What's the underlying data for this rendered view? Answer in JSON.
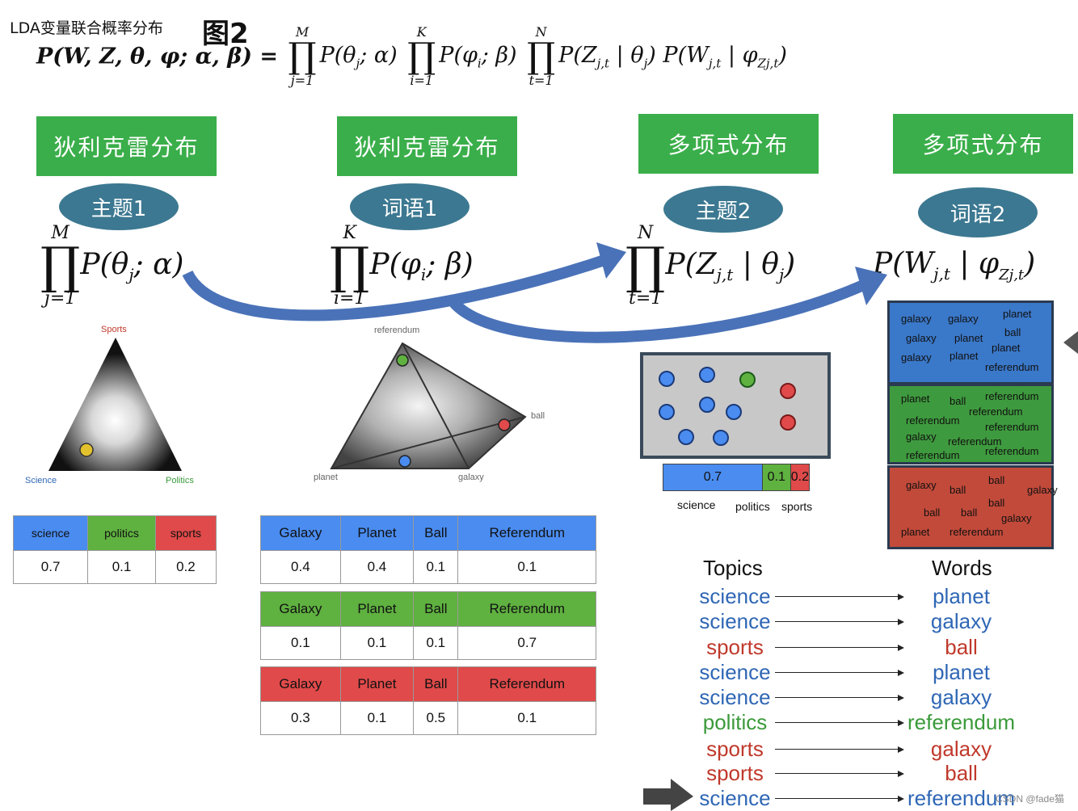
{
  "header": {
    "title_small": "LDA变量联合概率分布",
    "title_big": "图2"
  },
  "boxes": [
    {
      "label": "狄利克雷分布"
    },
    {
      "label": "狄利克雷分布"
    },
    {
      "label": "多项式分布"
    },
    {
      "label": "多项式分布"
    }
  ],
  "ellipses": [
    {
      "label": "主题1"
    },
    {
      "label": "词语1"
    },
    {
      "label": "主题2"
    },
    {
      "label": "词语2"
    }
  ],
  "formulas": {
    "main_lhs": "P(W, Z, θ, φ; α, β) =",
    "f1": {
      "sup": "M",
      "sub": "j=1",
      "body": "P(θ",
      "idx": "j",
      "tail": "; α)"
    },
    "f2": {
      "sup": "K",
      "sub": "i=1",
      "body": "P(φ",
      "idx": "i",
      "tail": "; β)"
    },
    "f3": {
      "sup": "N",
      "sub": "t=1",
      "body": "P(Z",
      "idx": "j,t",
      "tail": " | θ",
      "idx2": "j",
      "tail2": ")"
    },
    "f4": {
      "body": "P(W",
      "idx": "j,t",
      "tail": " | φ",
      "idx2": "Zj,t",
      "tail2": ")"
    }
  },
  "simplex1": {
    "top": "Sports",
    "left": "Science",
    "right": "Politics"
  },
  "simplex2": {
    "top": "referendum",
    "right": "ball",
    "left": "planet",
    "bottom": "galaxy"
  },
  "topic_table": {
    "headers": [
      "science",
      "politics",
      "sports"
    ],
    "values": [
      "0.7",
      "0.1",
      "0.2"
    ]
  },
  "word_tables": [
    {
      "headers": [
        "Galaxy",
        "Planet",
        "Ball",
        "Referendum"
      ],
      "values": [
        "0.4",
        "0.4",
        "0.1",
        "0.1"
      ],
      "color": "#4a8cf0"
    },
    {
      "headers": [
        "Galaxy",
        "Planet",
        "Ball",
        "Referendum"
      ],
      "values": [
        "0.1",
        "0.1",
        "0.1",
        "0.7"
      ],
      "color": "#5fb140"
    },
    {
      "headers": [
        "Galaxy",
        "Planet",
        "Ball",
        "Referendum"
      ],
      "values": [
        "0.3",
        "0.1",
        "0.5",
        "0.1"
      ],
      "color": "#e04a4a"
    }
  ],
  "bar": {
    "values": [
      "0.7",
      "0.1",
      "0.2"
    ],
    "labels": [
      "science",
      "politics",
      "sports"
    ],
    "fractions": [
      0.7,
      0.1,
      0.2
    ]
  },
  "word_clouds": {
    "blue": [
      "galaxy",
      "galaxy",
      "planet",
      "galaxy",
      "planet",
      "ball",
      "galaxy",
      "planet",
      "planet",
      "referendum"
    ],
    "green": [
      "planet",
      "ball",
      "referendum",
      "referendum",
      "referendum",
      "referendum",
      "galaxy",
      "referendum",
      "referendum",
      "referendum"
    ],
    "red": [
      "galaxy",
      "ball",
      "ball",
      "galaxy",
      "ball",
      "ball",
      "ball",
      "galaxy",
      "planet",
      "referendum"
    ]
  },
  "topics_words": {
    "topics_header": "Topics",
    "words_header": "Words",
    "rows": [
      {
        "topic": "science",
        "word": "planet",
        "tcolor": "#2f67b5",
        "wcolor": "#2f67b5"
      },
      {
        "topic": "science",
        "word": "galaxy",
        "tcolor": "#2f67b5",
        "wcolor": "#2f67b5"
      },
      {
        "topic": "sports",
        "word": "ball",
        "tcolor": "#c0392b",
        "wcolor": "#c0392b"
      },
      {
        "topic": "science",
        "word": "planet",
        "tcolor": "#2f67b5",
        "wcolor": "#2f67b5"
      },
      {
        "topic": "science",
        "word": "galaxy",
        "tcolor": "#2f67b5",
        "wcolor": "#2f67b5"
      },
      {
        "topic": "politics",
        "word": "referendum",
        "tcolor": "#3a9a3a",
        "wcolor": "#3a9a3a"
      },
      {
        "topic": "sports",
        "word": "galaxy",
        "tcolor": "#c0392b",
        "wcolor": "#c0392b"
      },
      {
        "topic": "sports",
        "word": "ball",
        "tcolor": "#c0392b",
        "wcolor": "#c0392b"
      },
      {
        "topic": "science",
        "word": "referendum",
        "tcolor": "#2f67b5",
        "wcolor": "#2f67b5"
      }
    ]
  },
  "watermark": "CSDN @fade猫",
  "colors": {
    "green_box": "#3aae4a",
    "ellipse": "#3c7891",
    "arrow": "#4a72b8"
  }
}
